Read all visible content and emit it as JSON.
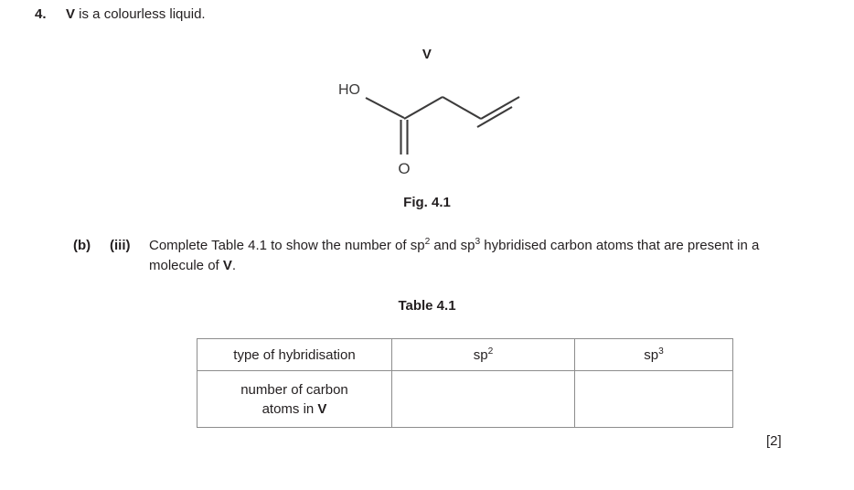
{
  "question": {
    "number": "4.",
    "stem_before": "V",
    "stem_after": " is a colourless liquid."
  },
  "figure": {
    "molecule_label": "V",
    "caption": "Fig. 4.1",
    "atom_labels": {
      "hydroxyl": "HO",
      "carbonyl_oxygen": "O"
    },
    "structure_name": "but-3-enoic acid",
    "line_color": "#3c3b3b"
  },
  "part": {
    "letter": "(b)",
    "roman": "(iii)",
    "text_segment_1": "Complete Table 4.1 to show the number of sp",
    "sup_1": "2",
    "text_segment_2": " and sp",
    "sup_2": "3",
    "text_segment_3": " hybridised carbon atoms that are present in a molecule of ",
    "compound": "V",
    "text_segment_4": "."
  },
  "table": {
    "caption": "Table 4.1",
    "row_header": {
      "label": "type of hybridisation",
      "sp2_base": "sp",
      "sp2_sup": "2",
      "sp3_base": "sp",
      "sp3_sup": "3"
    },
    "row_answer": {
      "label_line_1": "number of carbon",
      "label_line_2_prefix": "atoms in ",
      "label_line_2_compound": "V",
      "sp2_value": "",
      "sp3_value": ""
    },
    "border_color": "#8d8d8d"
  },
  "marks": "[2]"
}
